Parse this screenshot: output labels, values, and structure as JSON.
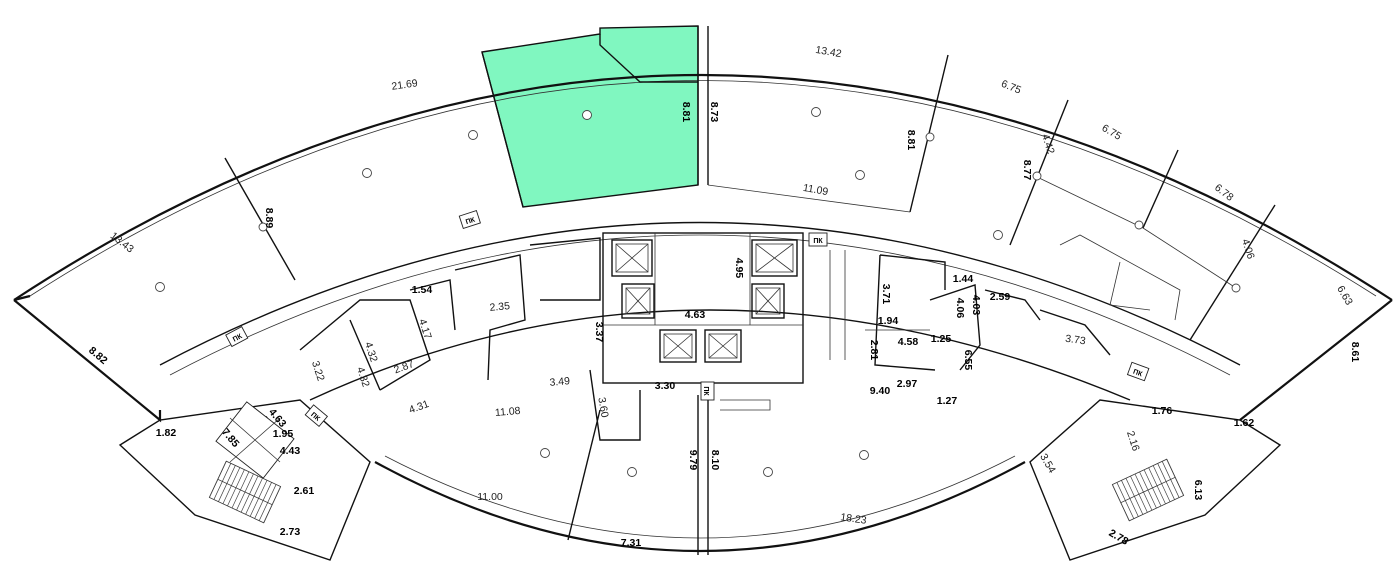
{
  "colors": {
    "highlight": "#80f7c0",
    "wall": "#111111",
    "background": "#ffffff"
  },
  "plan": {
    "labels": [
      {
        "id": "r1",
        "text": "13.43"
      },
      {
        "id": "r2",
        "text": "21.69"
      },
      {
        "id": "r3",
        "text": "8.89"
      },
      {
        "id": "r4",
        "text": "8.81"
      },
      {
        "id": "r5",
        "text": "8.73"
      },
      {
        "id": "r6",
        "text": "13.42"
      },
      {
        "id": "r7",
        "text": "11.09"
      },
      {
        "id": "r8",
        "text": "8.81"
      },
      {
        "id": "r9",
        "text": "6.75"
      },
      {
        "id": "r10",
        "text": "8.77"
      },
      {
        "id": "r11",
        "text": "4.42"
      },
      {
        "id": "r12",
        "text": "6.75"
      },
      {
        "id": "r13",
        "text": "6.78"
      },
      {
        "id": "r14",
        "text": "4.06"
      },
      {
        "id": "r15",
        "text": "6.63"
      },
      {
        "id": "r16",
        "text": "8.61"
      },
      {
        "id": "r17",
        "text": "8.82"
      },
      {
        "id": "r18",
        "text": "1.82"
      },
      {
        "id": "r19",
        "text": "7.85"
      },
      {
        "id": "r20",
        "text": "4.63"
      },
      {
        "id": "r21",
        "text": "1.95"
      },
      {
        "id": "r22",
        "text": "4.43"
      },
      {
        "id": "r23",
        "text": "2.61"
      },
      {
        "id": "r24",
        "text": "2.73"
      },
      {
        "id": "r25",
        "text": "3.22"
      },
      {
        "id": "r26",
        "text": "4.32"
      },
      {
        "id": "r27",
        "text": "4.32"
      },
      {
        "id": "r28",
        "text": "2.87"
      },
      {
        "id": "r29",
        "text": "1.54"
      },
      {
        "id": "r30",
        "text": "4.17"
      },
      {
        "id": "r31",
        "text": "2.35"
      },
      {
        "id": "r32",
        "text": "4.31"
      },
      {
        "id": "r33",
        "text": "11.08"
      },
      {
        "id": "r34",
        "text": "3.49"
      },
      {
        "id": "r35",
        "text": "3.60"
      },
      {
        "id": "r36",
        "text": "11.00"
      },
      {
        "id": "r37",
        "text": "3.37"
      },
      {
        "id": "r38",
        "text": "4.63"
      },
      {
        "id": "r39",
        "text": "4.95"
      },
      {
        "id": "r40",
        "text": "3.30"
      },
      {
        "id": "r41",
        "text": "9.79"
      },
      {
        "id": "r42",
        "text": "8.10"
      },
      {
        "id": "r43",
        "text": "7.31"
      },
      {
        "id": "r44",
        "text": "18.23"
      },
      {
        "id": "r45",
        "text": "3.71"
      },
      {
        "id": "r46",
        "text": "1.44"
      },
      {
        "id": "r47",
        "text": "4.06"
      },
      {
        "id": "r48",
        "text": "4.03"
      },
      {
        "id": "r49",
        "text": "1.94"
      },
      {
        "id": "r50",
        "text": "4.58"
      },
      {
        "id": "r51",
        "text": "1.25"
      },
      {
        "id": "r52",
        "text": "6.55"
      },
      {
        "id": "r53",
        "text": "2.81"
      },
      {
        "id": "r54",
        "text": "2.97"
      },
      {
        "id": "r55",
        "text": "9.40"
      },
      {
        "id": "r56",
        "text": "1.27"
      },
      {
        "id": "r57",
        "text": "2.59"
      },
      {
        "id": "r58",
        "text": "3.73"
      },
      {
        "id": "r59",
        "text": "1.62"
      },
      {
        "id": "r60",
        "text": "3.54"
      },
      {
        "id": "r61",
        "text": "1.76"
      },
      {
        "id": "r62",
        "text": "2.16"
      },
      {
        "id": "r63",
        "text": "6.13"
      },
      {
        "id": "r64",
        "text": "2.78"
      }
    ],
    "pk_labels": [
      {
        "id": "pk1",
        "text": "ПК"
      },
      {
        "id": "pk2",
        "text": "ПК"
      },
      {
        "id": "pk3",
        "text": "ПК"
      },
      {
        "id": "pk4",
        "text": "ПК"
      },
      {
        "id": "pk5",
        "text": "ПК"
      },
      {
        "id": "pk6",
        "text": "ПК"
      }
    ]
  }
}
